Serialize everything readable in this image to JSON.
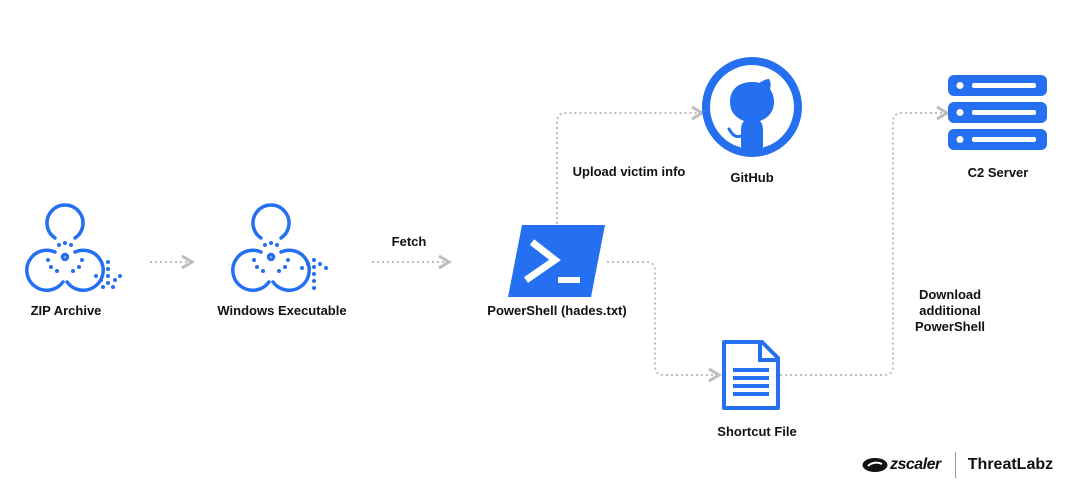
{
  "nodes": {
    "zip": {
      "label": "ZIP Archive",
      "icon": "biohazard-download-icon"
    },
    "exe": {
      "label": "Windows Executable",
      "icon": "biohazard-upload-icon"
    },
    "powershell": {
      "label": "PowerShell (hades.txt)",
      "icon": "powershell-icon"
    },
    "github": {
      "label": "GitHub",
      "icon": "github-icon"
    },
    "c2": {
      "label": "C2 Server",
      "icon": "server-icon"
    },
    "shortcut": {
      "label": "Shortcut File",
      "icon": "document-icon"
    }
  },
  "edges": {
    "fetch": "Fetch",
    "upload": "Upload victim info",
    "download_lines": [
      "Download",
      "additional",
      "PowerShell"
    ]
  },
  "branding": {
    "company": "zscaler",
    "product": "ThreatLabz"
  },
  "colors": {
    "accent": "#2470f0",
    "connector": "#bdbdbd"
  }
}
